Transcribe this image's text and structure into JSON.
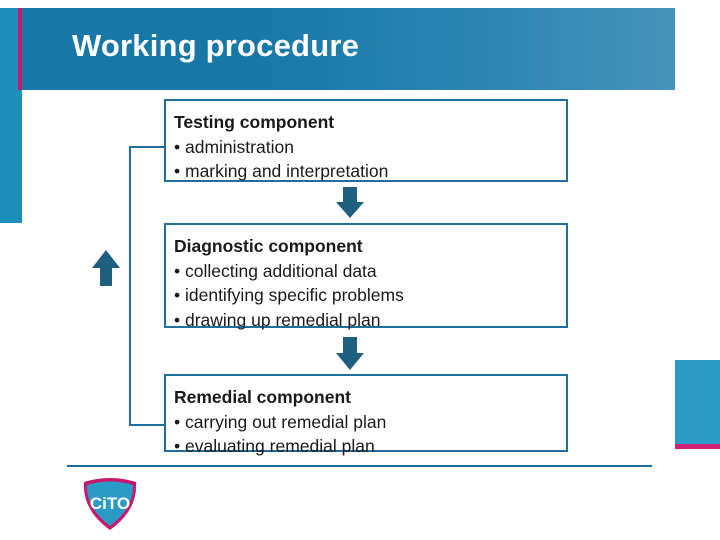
{
  "slide": {
    "title": "Working procedure"
  },
  "boxes": [
    {
      "heading": "Testing component",
      "items": [
        "• administration",
        "• marking and interpretation"
      ]
    },
    {
      "heading": "Diagnostic component",
      "items": [
        "• collecting additional data",
        "• identifying specific problems",
        "• drawing up remedial plan"
      ]
    },
    {
      "heading": "Remedial component",
      "items": [
        "• carrying out remedial plan",
        "• evaluating remedial plan"
      ]
    }
  ],
  "logo": {
    "text": "CiTO"
  },
  "colors": {
    "banner": "#1778a8",
    "accent_pink": "#c8186e",
    "box_border": "#1f6f9e",
    "arrow": "#1f5f80"
  }
}
